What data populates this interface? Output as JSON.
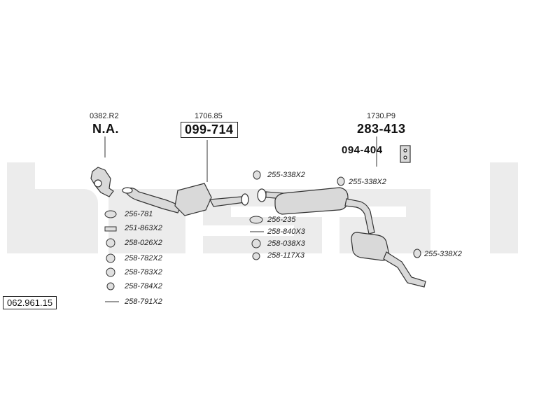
{
  "catalog_number": "062.961.15",
  "groups": [
    {
      "ref": "0382.R2",
      "part": "N.A."
    },
    {
      "ref": "1706.85",
      "part": "099-714"
    },
    {
      "ref": "1730.P9",
      "part": "283-413",
      "sub_part": "094-404"
    }
  ],
  "fittings_left": [
    "256-781",
    "251-863X2",
    "258-026X2",
    "258-782X2",
    "258-783X2",
    "258-784X2",
    "258-791X2"
  ],
  "fittings_middle_top": "255-338X2",
  "fittings_middle": [
    "256-235",
    "258-840X3",
    "258-038X3",
    "258-117X3"
  ],
  "fittings_right_top": "255-338X2",
  "fittings_right_bottom": "255-338X2",
  "watermark_text": "bosal",
  "colors": {
    "watermark": "#ececec",
    "line": "#333333",
    "part_fill": "#d9d9d9"
  }
}
